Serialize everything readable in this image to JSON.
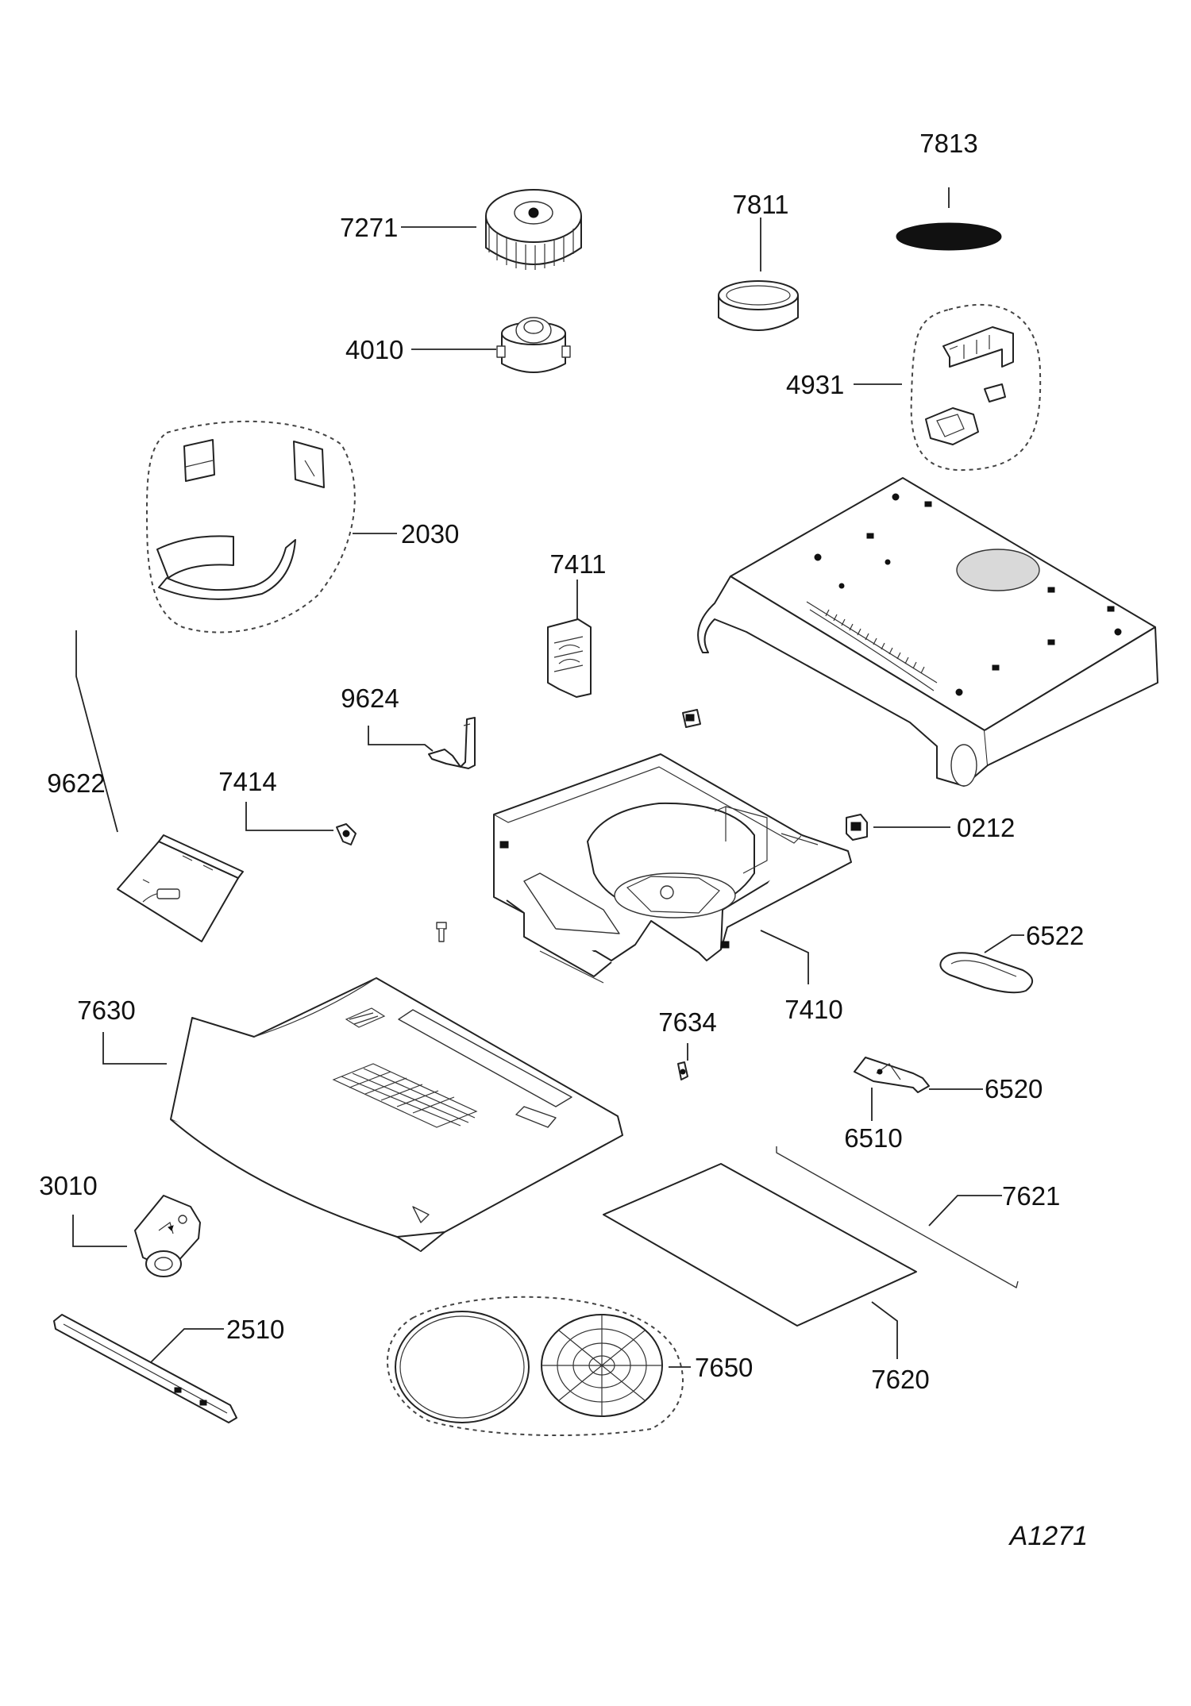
{
  "diagram": {
    "drawing_code": "A1271",
    "part_numbers": {
      "p7813": "7813",
      "p7811": "7811",
      "p7271": "7271",
      "p4010": "4010",
      "p4931": "4931",
      "p2030": "2030",
      "p7411": "7411",
      "p9624": "9624",
      "p9622": "9622",
      "p7414": "7414",
      "p0212": "0212",
      "p6522": "6522",
      "p7410": "7410",
      "p7630": "7630",
      "p7634": "7634",
      "p6520": "6520",
      "p6510": "6510",
      "p3010": "3010",
      "p7621": "7621",
      "p2510": "2510",
      "p7650": "7650",
      "p7620": "7620"
    }
  }
}
